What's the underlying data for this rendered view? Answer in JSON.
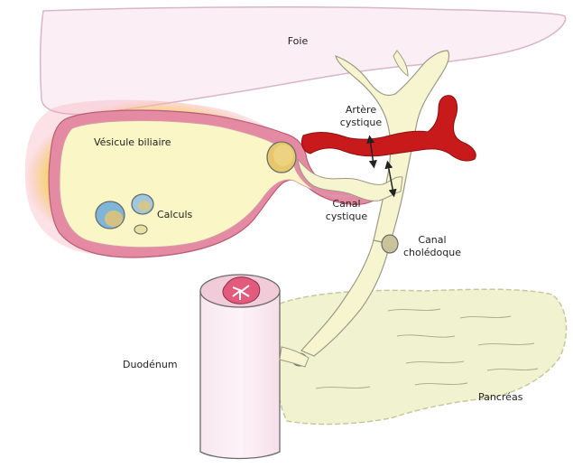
{
  "labels": {
    "liver": "Foie",
    "gallbladder": "Vésicule biliaire",
    "stones": "Calculs",
    "cystic_artery_line1": "Artère",
    "cystic_artery_line2": "cystique",
    "cystic_duct_line1": "Canal",
    "cystic_duct_line2": "cystique",
    "common_bile_duct_line1": "Canal",
    "common_bile_duct_line2": "cholédoque",
    "duodenum": "Duodénum",
    "pancreas": "Pancréas"
  },
  "colors": {
    "liver_fill": "#fbeef4",
    "gallbladder_wall": "#e58aa3",
    "gallbladder_halo": "#f6cc6c",
    "bile": "#fbf6c6",
    "duct_fill": "#f6f5cf",
    "artery": "#c81a1a",
    "stone_blue": "#7fb6d7",
    "stone_yellow": "#e8c66b",
    "duodenum_fill": "#fbeef4",
    "duodenum_lumen": "#e25b7c",
    "pancreas_fill": "#f1f2cf",
    "outline": "#555555"
  }
}
